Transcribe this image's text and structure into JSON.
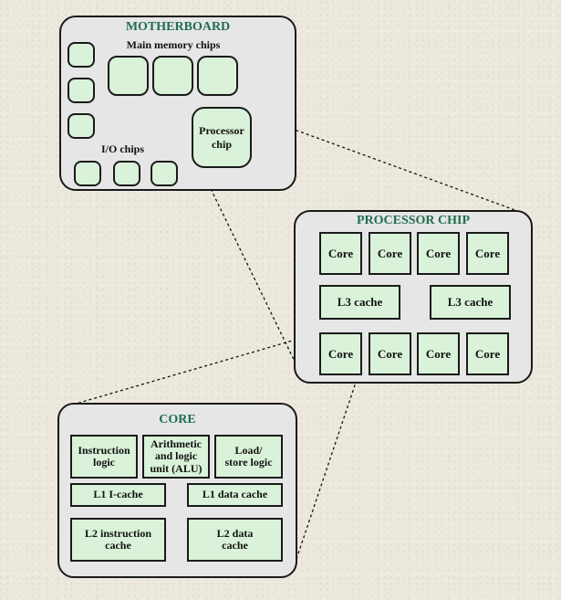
{
  "motherboard": {
    "title": "MOTHERBOARD",
    "main_memory_label": "Main memory chips",
    "io_label": "I/O chips",
    "processor_chip_label": "Processor\nchip"
  },
  "processor_chip": {
    "title": "PROCESSOR CHIP",
    "cores_top": [
      "Core",
      "Core",
      "Core",
      "Core"
    ],
    "l3": [
      "L3 cache",
      "L3 cache"
    ],
    "cores_bottom": [
      "Core",
      "Core",
      "Core",
      "Core"
    ]
  },
  "core": {
    "title": "CORE",
    "instruction_logic": "Instruction\nlogic",
    "alu": "Arithmetic\nand logic\nunit (ALU)",
    "load_store": "Load/\nstore logic",
    "l1_icache": "L1 I-cache",
    "l1_dcache": "L1 data cache",
    "l2_icache": "L2 instruction\ncache",
    "l2_dcache": "L2 data\ncache"
  },
  "colors": {
    "title_green": "#1f6e4e",
    "chip_fill": "#d9f2d9",
    "panel_fill": "#e6e6e6",
    "background": "#ede8dd"
  }
}
